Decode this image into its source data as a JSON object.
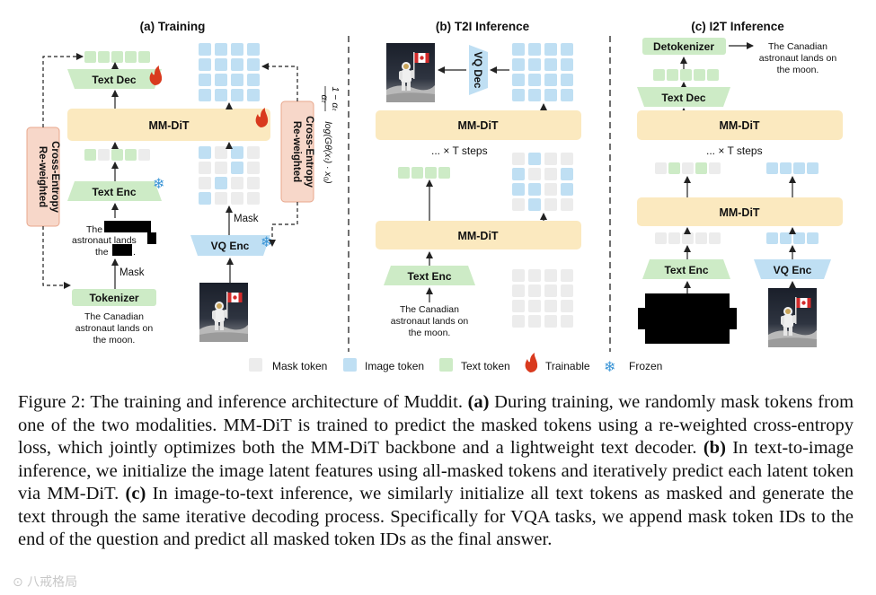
{
  "colors": {
    "mm_dit": "#fbe9bf",
    "text_token": "#cdebc6",
    "image_token": "#bfdff3",
    "mask_token": "#ececec",
    "loss_box": "#f7d7c9",
    "loss_border": "#e8a78c",
    "image_enc_dec": "#bfdff3"
  },
  "panels": {
    "training": {
      "title": "(a) Training",
      "text_dec": "Text Dec",
      "mm_dit": "MM-DiT",
      "text_enc": "Text Enc",
      "vq_enc": "VQ Enc",
      "tokenizer": "Tokenizer",
      "mask_text": "Mask",
      "mask_img": "Mask",
      "loss_left": [
        "Re-weighted",
        "Cross-Entropy"
      ],
      "loss_right": [
        "Re-weighted",
        "Cross-Entropy"
      ],
      "masked_caption": [
        "The",
        "astronaut lands",
        "the"
      ],
      "input_caption": [
        "The Canadian",
        "astronaut lands on",
        "the moon."
      ],
      "formula_top": "αₜ",
      "formula_bottom": "1 − αₜ",
      "formula_log": "log(Gθ(xₜ) · x₀)"
    },
    "t2i": {
      "title": "(b) T2I Inference",
      "vq_dec": "VQ Dec",
      "mm_dit_top": "MM-DiT",
      "mm_dit_bottom": "MM-DiT",
      "steps": "... × T  steps",
      "text_enc": "Text Enc",
      "input_caption": [
        "The Canadian",
        "astronaut lands on",
        "the moon."
      ]
    },
    "i2t": {
      "title": "(c) I2T Inference",
      "detokenizer": "Detokenizer",
      "output_caption": [
        "The Canadian",
        "astronaut lands on",
        "the moon."
      ],
      "text_dec": "Text Dec",
      "mm_dit_top": "MM-DiT",
      "steps": "... × T  steps",
      "mm_dit_bottom": "MM-DiT",
      "text_enc": "Text Enc",
      "vq_enc": "VQ Enc"
    }
  },
  "legend": {
    "mask": "Mask token",
    "image": "Image token",
    "text": "Text token",
    "trainable": "Trainable",
    "frozen": "Frozen"
  },
  "caption": {
    "label": "Figure 2:",
    "intro": "The training and inference architecture of Muddit.",
    "a_tag": "(a)",
    "a_text": "During training, we randomly mask tokens from one of the two modalities. MM-DiT is trained to predict the masked tokens using a re-weighted cross-entropy loss, which jointly optimizes both the MM-DiT backbone and a lightweight text decoder.",
    "b_tag": "(b)",
    "b_text": "In text-to-image inference, we initialize the image latent features using all-masked tokens and iteratively predict each latent token via MM-DiT.",
    "c_tag": "(c)",
    "c_text": "In image-to-text inference, we similarly initialize all text tokens as masked and generate the text through the same iterative decoding process. Specifically for VQA tasks, we append mask token IDs to the end of the question and predict all masked token IDs as the final answer."
  },
  "watermark": "⊙ 八戒格局"
}
